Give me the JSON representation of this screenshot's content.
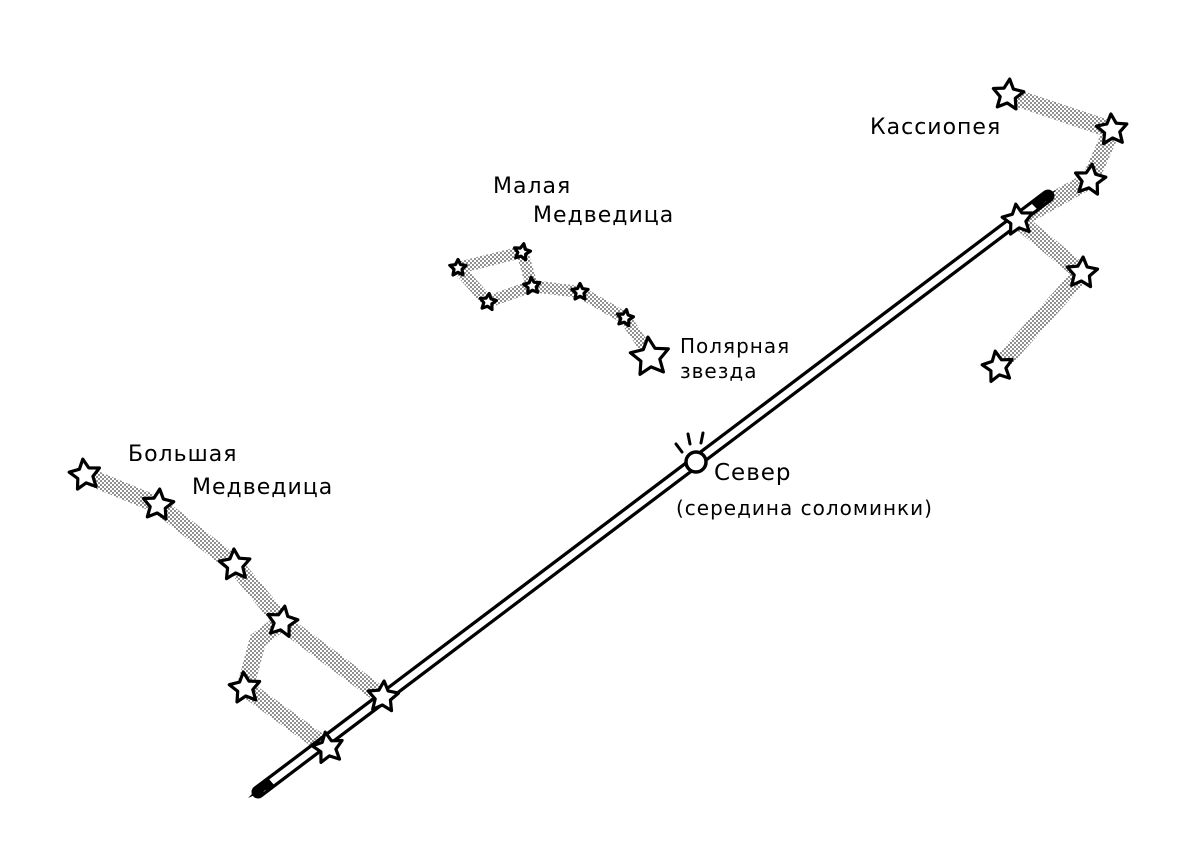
{
  "labels": {
    "ursa_major_1": "Большая",
    "ursa_major_2": "Медведица",
    "ursa_minor_1": "Малая",
    "ursa_minor_2": "Медведица",
    "polaris_1": "Полярная",
    "polaris_2": "звезда",
    "cassiopeia": "Кассиопея",
    "north": "Север",
    "north_note": "(середина соломинки)"
  },
  "colors": {
    "ink": "#000000",
    "paper": "#ffffff",
    "dots": "#7a7a7a"
  }
}
